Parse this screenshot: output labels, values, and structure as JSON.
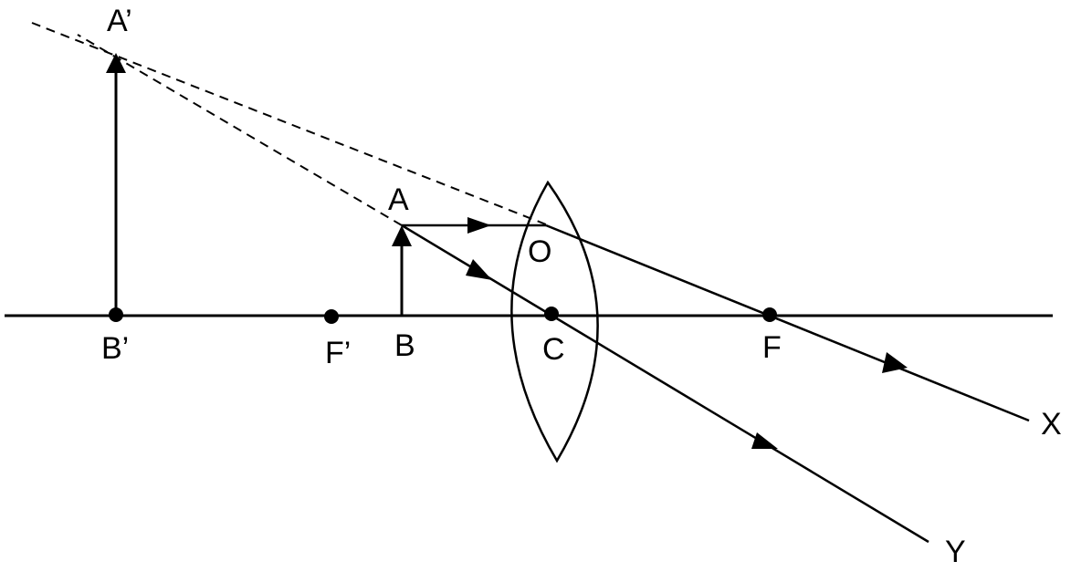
{
  "diagram": {
    "labels": {
      "a_prime": "A’",
      "b_prime": "B’",
      "f_prime": "F’",
      "a": "A",
      "b": "B",
      "o": "O",
      "c": "C",
      "f": "F",
      "x": "X",
      "y": "Y"
    },
    "colors": {
      "ink": "#000000",
      "background": "#ffffff"
    }
  }
}
